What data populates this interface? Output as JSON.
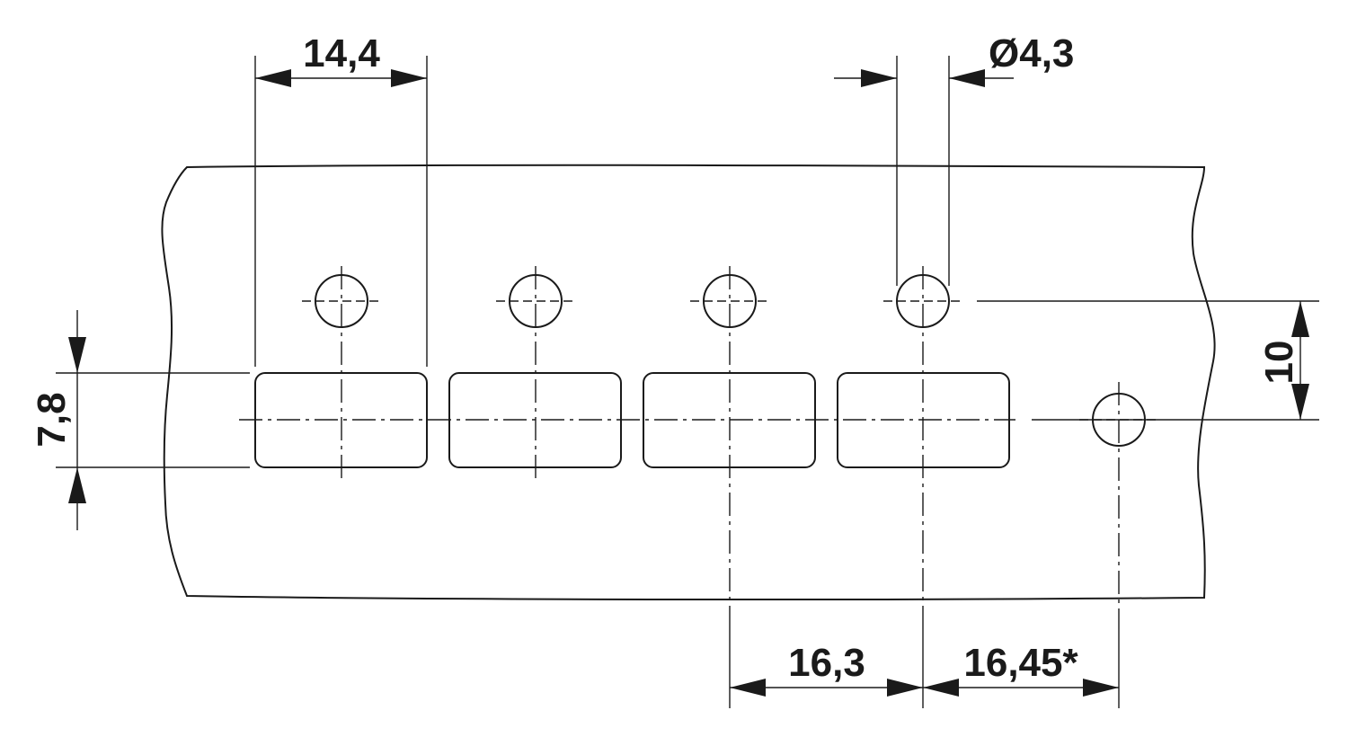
{
  "dimensions": {
    "slot_width": "14,4",
    "hole_diameter": "Ø4,3",
    "slot_height": "7,8",
    "hole_offset": "10",
    "pitch": "16,3",
    "end_pitch": "16,45*"
  }
}
